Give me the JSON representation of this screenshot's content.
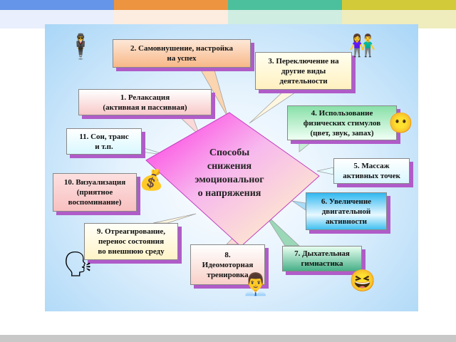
{
  "theme_colors": {
    "bar1": "#6495e8",
    "bar2": "#ec9440",
    "bar3": "#4cc09c",
    "bar4": "#d2ca38"
  },
  "center": {
    "lines": [
      "Способы",
      "снижения",
      "эмоциональног",
      "о напряжения"
    ]
  },
  "items": [
    {
      "lines": [
        "1. Релаксация",
        "(активная и пассивная)"
      ]
    },
    {
      "lines": [
        "2.   Самовнушение, настройка",
        "на успех"
      ]
    },
    {
      "lines": [
        "3. Переключение на",
        "другие виды",
        "деятельности"
      ]
    },
    {
      "lines": [
        "4.   Использование",
        "физических стимулов",
        "(цвет, звук, запах)"
      ]
    },
    {
      "lines": [
        "5.   Массаж",
        "активных точек"
      ]
    },
    {
      "lines": [
        "6. Увеличение",
        "двигательной",
        "активности"
      ]
    },
    {
      "lines": [
        "7.   Дыхательная",
        "гимнастика"
      ]
    },
    {
      "lines": [
        "8.",
        "Идеомоторная",
        "тренировка"
      ]
    },
    {
      "lines": [
        "9. Отреагирование,",
        "перенос состояния",
        "во внешнюю среду"
      ]
    },
    {
      "lines": [
        "10. Визуализация",
        "(приятное",
        "воспоминание)"
      ]
    },
    {
      "lines": [
        "11.   Сон, транс",
        "и т.п."
      ]
    }
  ]
}
